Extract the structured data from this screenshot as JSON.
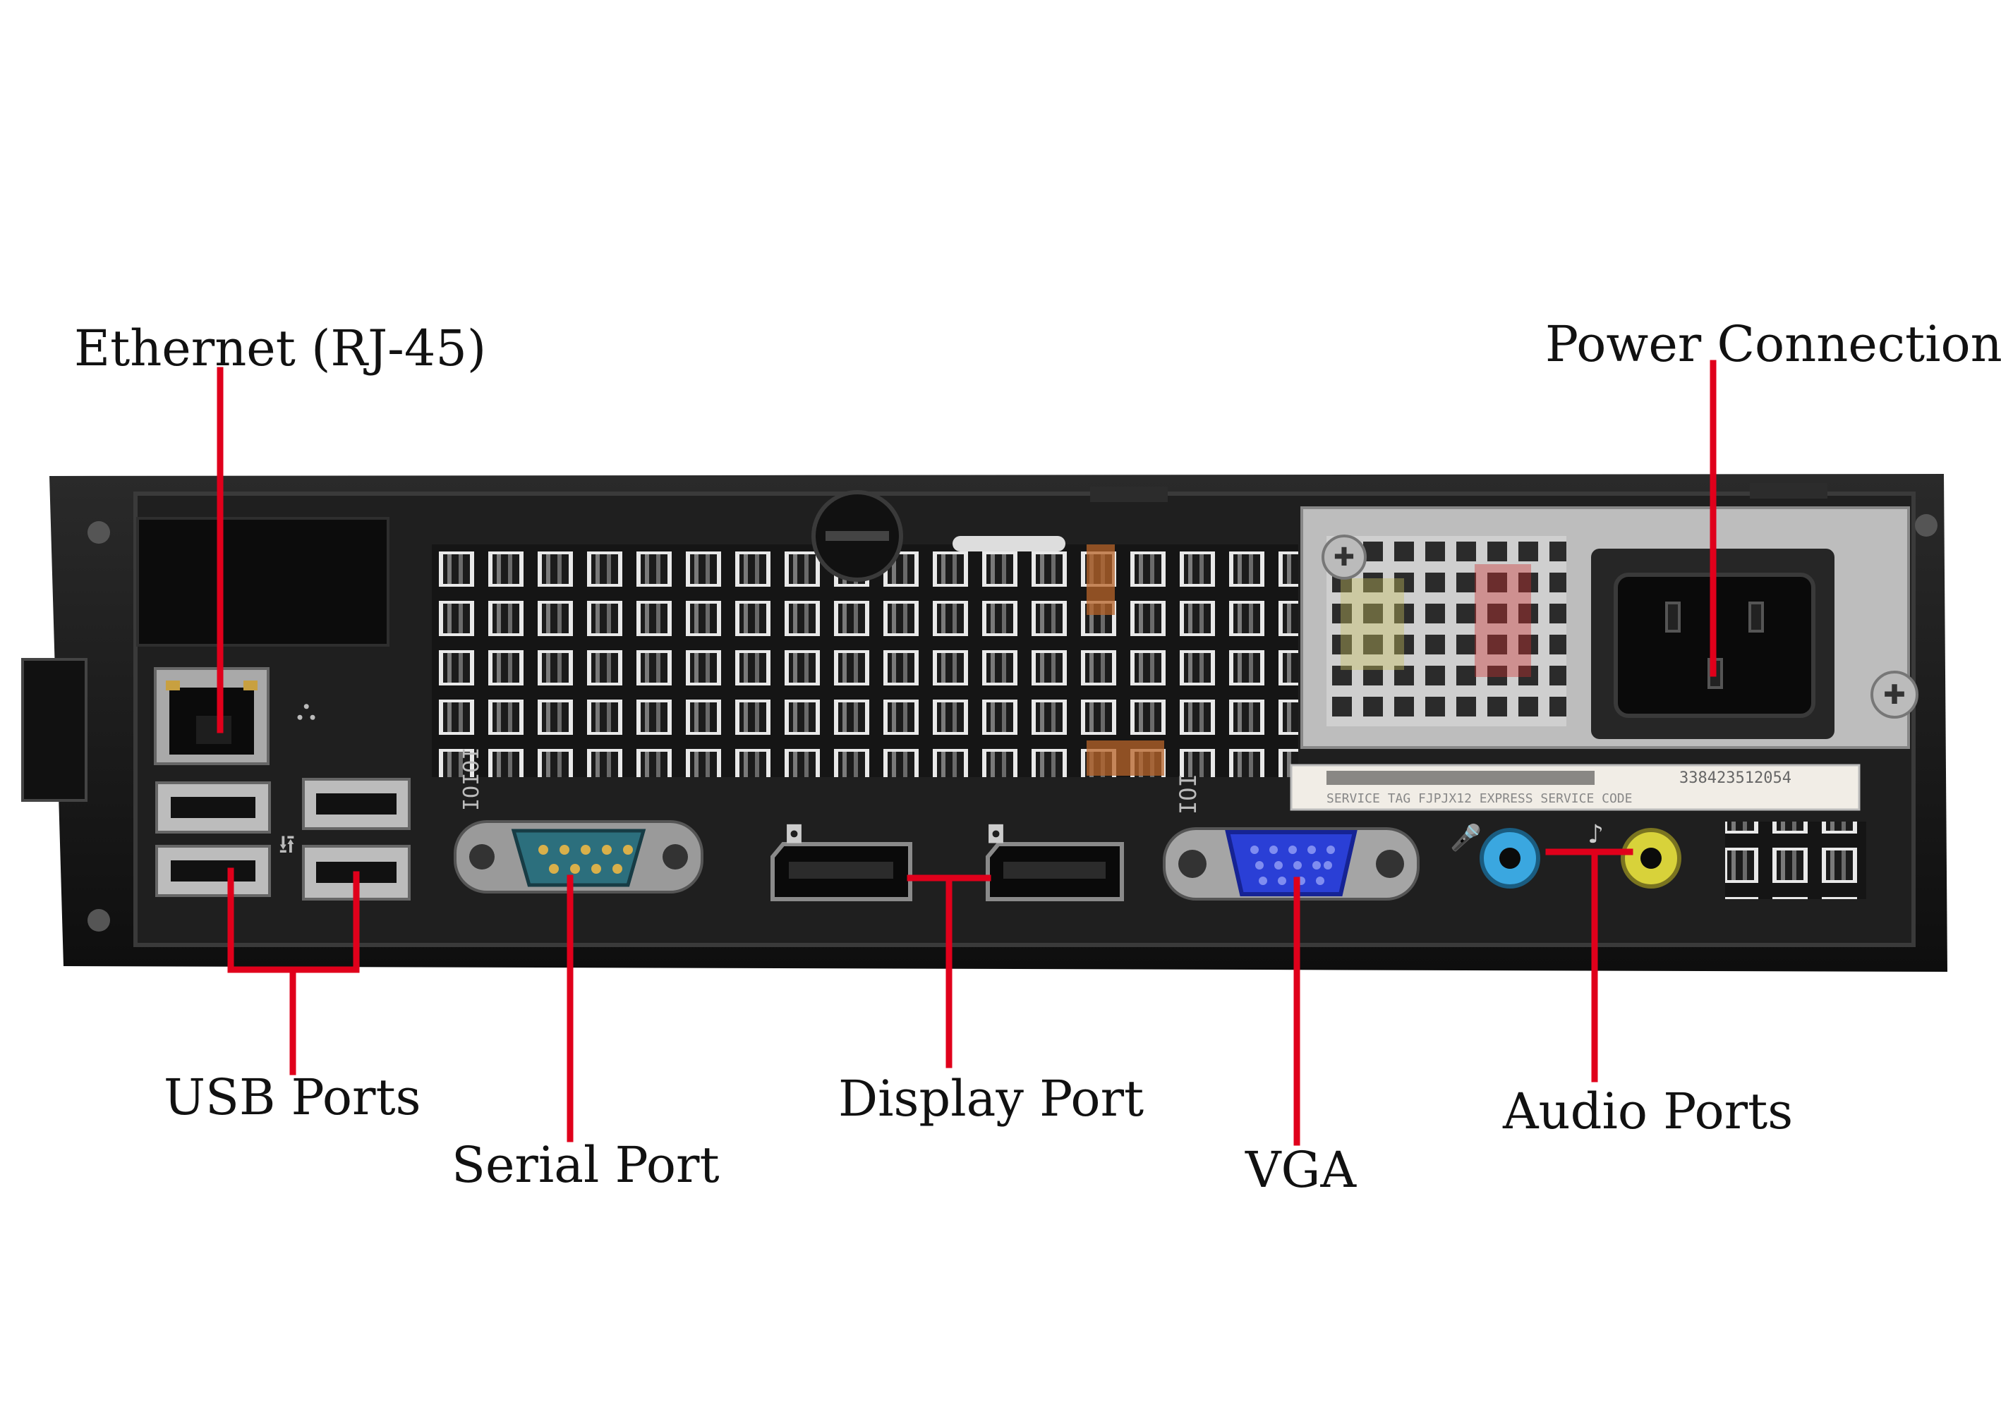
{
  "colors": {
    "leader_line": "#e0001b",
    "chassis": "#1a1a1a",
    "psu_metal": "#c8c8c8",
    "vga_blue": "#2a3fd6",
    "audio_blue": "#3aa7e0",
    "audio_yellow": "#d8d23a",
    "serial_teal": "#2c6f7d",
    "copper": "#b8642a"
  },
  "labels": {
    "ethernet": "Ethernet (RJ-45)",
    "power": "Power Connection",
    "usb": "USB Ports",
    "serial": "Serial Port",
    "display": "Display Port",
    "vga": "VGA",
    "audio": "Audio Ports"
  },
  "sticker": {
    "serial_number": "338423512054",
    "fields": "SERVICE   TAG FJPJX12   EXPRESS SERVICE CODE"
  },
  "icons": [
    "ethernet-icon",
    "usb-icon",
    "serial-icon",
    "displayport-icon",
    "vga-icon",
    "audio-icon"
  ]
}
